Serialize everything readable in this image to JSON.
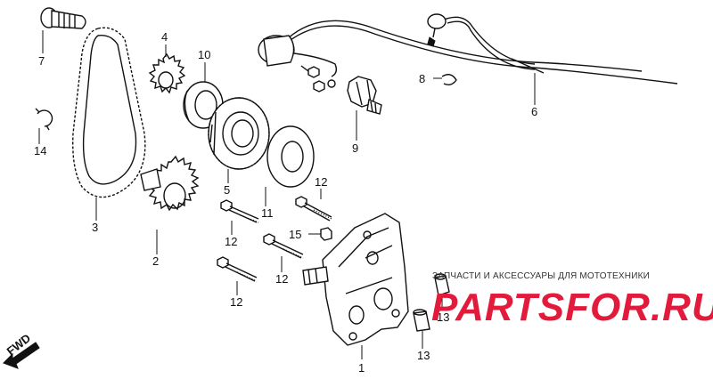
{
  "callouts": [
    {
      "id": "1",
      "label": "1"
    },
    {
      "id": "2",
      "label": "2"
    },
    {
      "id": "3",
      "label": "3"
    },
    {
      "id": "4",
      "label": "4"
    },
    {
      "id": "5",
      "label": "5"
    },
    {
      "id": "6",
      "label": "6"
    },
    {
      "id": "7",
      "label": "7"
    },
    {
      "id": "8",
      "label": "8"
    },
    {
      "id": "9",
      "label": "9"
    },
    {
      "id": "10",
      "label": "10"
    },
    {
      "id": "11",
      "label": "11"
    },
    {
      "id": "12a",
      "label": "12"
    },
    {
      "id": "12b",
      "label": "12"
    },
    {
      "id": "12c",
      "label": "12"
    },
    {
      "id": "12d",
      "label": "12"
    },
    {
      "id": "13a",
      "label": "13"
    },
    {
      "id": "13b",
      "label": "13"
    },
    {
      "id": "14",
      "label": "14"
    },
    {
      "id": "15",
      "label": "15"
    }
  ],
  "direction": {
    "label": "FWD"
  },
  "watermark": {
    "caption": "ЗАПЧАСТИ И АКСЕССУАРЫ ДЛЯ МОТОТЕХНИКИ",
    "logo": "PARTSFOR.RU",
    "logo_color": "#e21b3c"
  }
}
